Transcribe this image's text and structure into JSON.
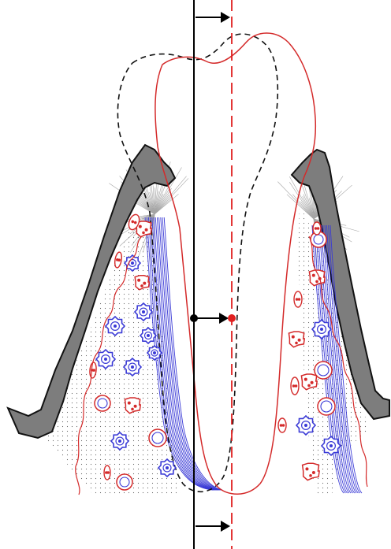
{
  "figure": {
    "background": "#ffffff",
    "colors": {
      "bone_fill": "#7d7d7d",
      "bone_outline": "#111111",
      "tooth_before": "#111111",
      "tooth_after": "#d42a2a",
      "resorption": "#d42a2a",
      "formation": "#3a3ad6",
      "pdl_fibers": "#9a9a9a",
      "arrow": "#000000",
      "center_after": "#e02020"
    },
    "icons": {
      "top_arrow": "right-arrow-icon",
      "middle_arrow": "right-arrow-icon",
      "bottom_arrow": "right-arrow-icon"
    },
    "parts": [
      "alveolar-bone-left",
      "alveolar-bone-right",
      "tooth-original-outline",
      "tooth-moved-outline",
      "original-axis-line",
      "moved-axis-line",
      "movement-arrows",
      "pdl-fibers",
      "resorption-cells",
      "formation-cells"
    ]
  }
}
